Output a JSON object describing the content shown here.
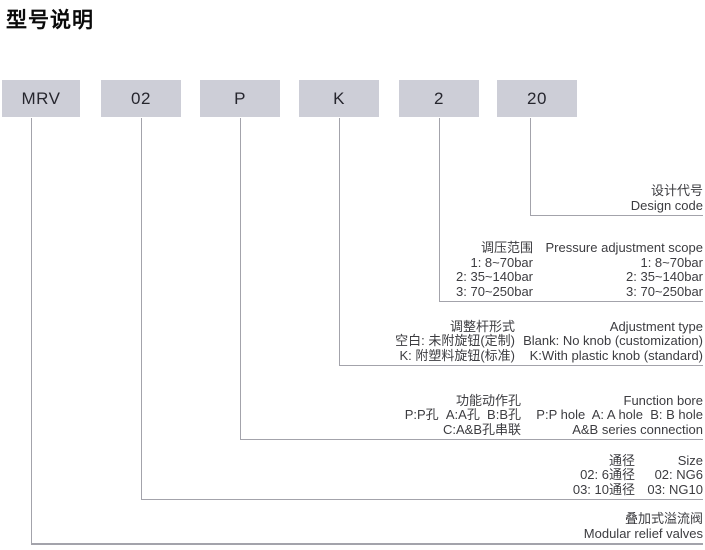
{
  "page": {
    "title": "型号说明"
  },
  "colors": {
    "box_fill": "#cdced7",
    "box_text": "#26262e",
    "connector_line": "#a3a3ab",
    "body_text": "#3c3c40",
    "title_text": "#0a0a0a",
    "background": "#ffffff"
  },
  "model_code": {
    "segments": [
      {
        "code": "MRV"
      },
      {
        "code": "02"
      },
      {
        "code": "P"
      },
      {
        "code": "K"
      },
      {
        "code": "2"
      },
      {
        "code": "20"
      }
    ]
  },
  "legend": [
    {
      "id": "design-code",
      "rows": [
        {
          "cn": "设计代号",
          "en": "Design code"
        }
      ]
    },
    {
      "id": "pressure-adjustment-scope",
      "header": {
        "cn": "调压范围",
        "en": "Pressure adjustment scope"
      },
      "rows": [
        {
          "cn": "1: 8~70bar",
          "en": "1: 8~70bar"
        },
        {
          "cn": "2: 35~140bar",
          "en": "2: 35~140bar"
        },
        {
          "cn": "3: 70~250bar",
          "en": "3: 70~250bar"
        }
      ]
    },
    {
      "id": "adjustment-type",
      "header": {
        "cn": "调整杆形式",
        "en": "Adjustment type"
      },
      "rows": [
        {
          "cn": "空白: 未附旋钮(定制)",
          "en": "Blank: No knob (customization)"
        },
        {
          "cn": "K: 附塑料旋钮(标准)",
          "en": "K:With plastic knob (standard)"
        }
      ]
    },
    {
      "id": "function-bore",
      "header": {
        "cn": "功能动作孔",
        "en": "Function bore"
      },
      "rows": [
        {
          "cn": "P:P孔  A:A孔  B:B孔",
          "en": "P:P hole  A: A hole  B: B hole"
        },
        {
          "cn": "C:A&B孔串联",
          "en": "A&B series connection"
        }
      ]
    },
    {
      "id": "size",
      "header": {
        "cn": "通径",
        "en": "Size"
      },
      "rows": [
        {
          "cn": "02: 6通径",
          "en": "02: NG6"
        },
        {
          "cn": "03: 10通径",
          "en": "03: NG10"
        }
      ]
    },
    {
      "id": "product-name",
      "rows": [
        {
          "cn": "叠加式溢流阀",
          "en": "Modular relief valves"
        }
      ]
    }
  ]
}
